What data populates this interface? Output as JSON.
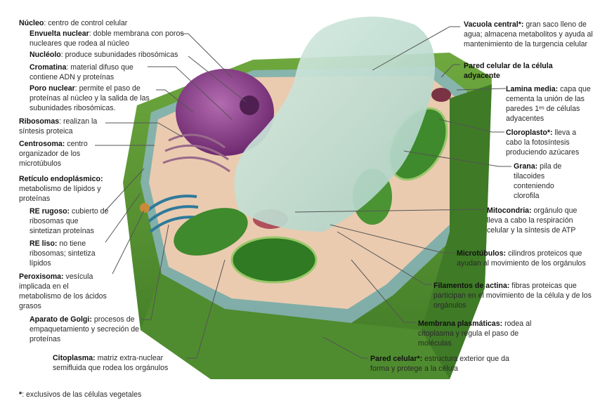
{
  "labels_left": [
    {
      "term": "Núcleo",
      "desc": ": centro de control celular"
    },
    {
      "term": "Envuelta nuclear",
      "desc": ": doble membrana con poros nucleares que rodea al núcleo"
    },
    {
      "term": "Nucléolo",
      "desc": ": produce subunidades ribosómicas"
    },
    {
      "term": "Cromatina",
      "desc": ": material difuso que contiene ADN y proteínas"
    },
    {
      "term": "Poro nuclear",
      "desc": ": permite el paso de proteínas al núcleo y la salida de las subunidades ribosómicas."
    },
    {
      "term": "Ribosomas",
      "desc": ": realizan la síntesis proteica"
    },
    {
      "term": "Centrosoma:",
      "desc": " centro organizador de los microtúbulos"
    },
    {
      "term": "Retículo endoplásmico:",
      "desc": " metabolismo de lípidos y proteínas"
    },
    {
      "term": "RE rugoso:",
      "desc": " cubierto de ribosomas que sintetizan proteínas"
    },
    {
      "term": "RE liso:",
      "desc": " no tiene ribosomas; sintetiza lípidos"
    },
    {
      "term": "Peroxisoma:",
      "desc": " vesícula implicada en el metabolismo de los ácidos grasos"
    },
    {
      "term": "Aparato de Golgi:",
      "desc": " procesos de empaquetamiento y secreción de proteínas"
    },
    {
      "term": "Citoplasma:",
      "desc": " matriz extra-nuclear semifluida que rodea los orgánulos"
    }
  ],
  "labels_right": [
    {
      "term": "Vacuola central*:",
      "desc": " gran saco lleno de agua; almacena metabolitos y ayuda al mantenimiento de la turgencia celular"
    },
    {
      "term": "Pared celular de la célula adyacente",
      "desc": ""
    },
    {
      "term": "Lamina media:",
      "desc": " capa que cementa la unión de las paredes 1ᵉˢ de células adyacentes"
    },
    {
      "term": "Cloroplasto*:",
      "desc": " lleva a cabo la fotosíntesis produciendo azúcares"
    },
    {
      "term": "Grana:",
      "desc": " pila de tilacoides conteniendo clorofila"
    },
    {
      "term": "Mitocondria:",
      "desc": " orgánulo que lleva a cabo la respiración celular y la síntesis de ATP"
    },
    {
      "term": "Microtúbulos:",
      "desc": " cilindros proteicos que ayudan al movimiento de los orgánulos"
    },
    {
      "term": "Filamentos de actina:",
      "desc": " fibras proteicas que participan en el movimiento de la célula y de los orgánulos"
    },
    {
      "term": "Membrana plasmáticas:",
      "desc": " rodea al citoplasma y regula el paso de moléculas"
    },
    {
      "term": "Pared celular*:",
      "desc": " estructura exterior que da forma y protege a la célula"
    }
  ],
  "footnote": {
    "term": "*",
    "desc": ": exclusivos de las células vegetales"
  },
  "colors": {
    "wall": "#4e8a2e",
    "wall_light": "#7fb84a",
    "nucleus": "#8a3f8c",
    "vacuole": "#c9e3d6",
    "cytoplasm": "#e9c7a8"
  }
}
